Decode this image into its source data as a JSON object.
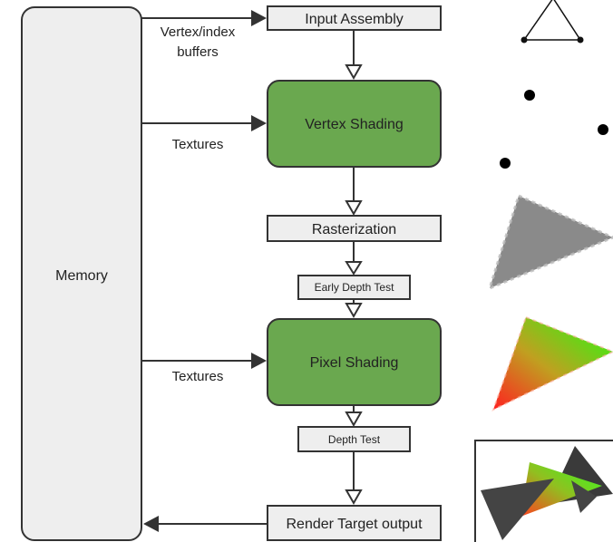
{
  "diagram": {
    "memory_label": "Memory",
    "stages": {
      "input_assembly": "Input Assembly",
      "vertex_shading": "Vertex Shading",
      "rasterization": "Rasterization",
      "early_depth_test": "Early Depth Test",
      "pixel_shading": "Pixel Shading",
      "depth_test": "Depth Test",
      "render_target_output": "Render Target output"
    },
    "edge_labels": {
      "vertex_index_line1": "Vertex/index",
      "vertex_index_line2": "buffers",
      "textures_vertex": "Textures",
      "textures_pixel": "Textures"
    }
  },
  "colors": {
    "memory_fill": "#eeeeee",
    "box_fill": "#eeeeee",
    "shader_fill": "#6aa84f",
    "line": "#333333",
    "raster_gray": "#888888",
    "final_dark": "#444444"
  }
}
